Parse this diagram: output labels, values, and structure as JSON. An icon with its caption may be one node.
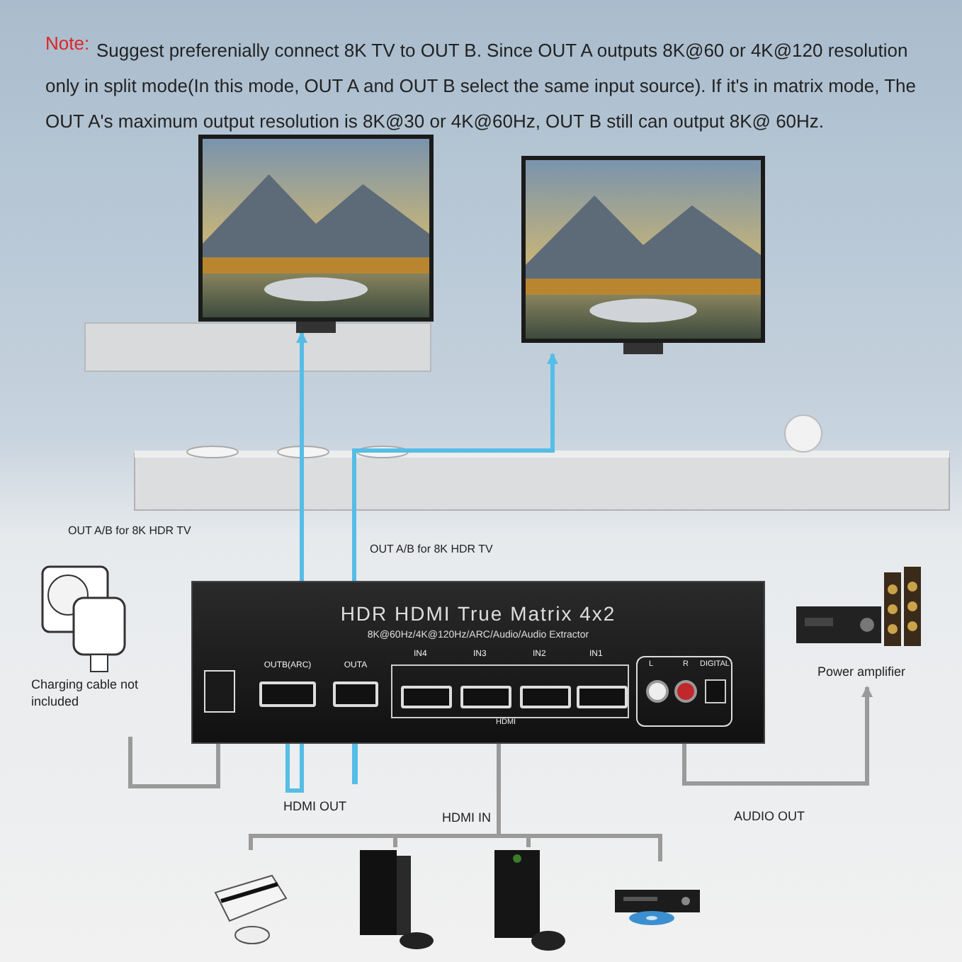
{
  "diagram": {
    "nodes": [
      {
        "text": [],
        "shape": "picture"
      },
      {
        "text": [],
        "shape": "picture"
      },
      {
        "text": [
          "HDR HDMI True Matrix 4x2",
          "8K@60Hz/4K@120Hz/ARC/Audio/Audio Extractor"
        ]
      },
      {
        "text": [],
        "shape": "box",
        "in": 2
      },
      {
        "text": [
          "OUTB(ARC)"
        ],
        "in": 2
      },
      {
        "text": [
          "OUTA"
        ],
        "in": 2
      },
      {
        "text": [],
        "shape": "box",
        "in": 2
      },
      {
        "text": [
          "L",
          "R",
          "DIGITAL"
        ],
        "in": 2
      },
      {
        "text": [],
        "shape": "picture",
        "beside": [
          "Charging cable not included"
        ]
      },
      {
        "text": [],
        "shape": "picture",
        "beside": [
          "Power amplifier"
        ]
      },
      {
        "text": [],
        "shape": "picture"
      },
      {
        "text": [],
        "shape": "picture"
      },
      {
        "text": [],
        "shape": "picture"
      },
      {
        "text": [],
        "shape": "picture"
      }
    ],
    "edges": [
      {
        "from": 4,
        "to": 0,
        "arrow": "to",
        "color": "#56bde6"
      },
      {
        "from": 5,
        "to": 1,
        "arrow": "to",
        "color": "#56bde6"
      },
      {
        "from": 8,
        "to": 3,
        "arrow": "to"
      },
      {
        "from": 10,
        "to": 6,
        "arrow": "to"
      },
      {
        "from": 11,
        "to": 6,
        "arrow": "to"
      },
      {
        "from": 12,
        "to": 6,
        "arrow": "to"
      },
      {
        "from": 13,
        "to": 6,
        "arrow": "to"
      },
      {
        "from": 7,
        "to": 9,
        "arrow": "to"
      }
    ],
    "labels": [
      "Note:",
      "Suggest preferenially connect 8K TV to OUT B. Since OUT A outputs 8K@60 or 4K@120 resolution only in split mode(In this mode, OUT A and OUT B select the same input source). If it's in matrix mode, The OUT A's maximum output resolution is 8K@30 or 4K@60Hz, OUT B  still can output 8K@ 60Hz.",
      "OUT A/B for 8K HDR TV",
      "OUT A/B for 8K HDR TV",
      "IN4",
      "IN3",
      "IN2",
      "IN1",
      "HDMI",
      "HDMI OUT",
      "HDMI IN",
      "AUDIO OUT"
    ]
  }
}
